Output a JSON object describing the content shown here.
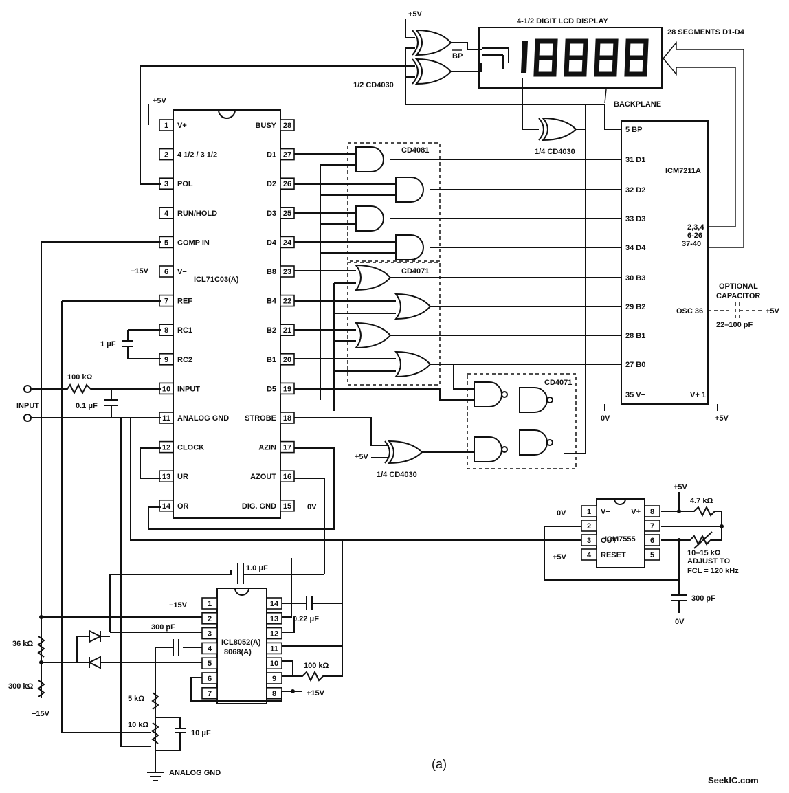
{
  "caption": "(a)",
  "watermark": "SeekIC.com",
  "ic_icl71c03": {
    "name": "ICL71C03(A)",
    "left_pins": [
      {
        "n": "1",
        "label": "V+"
      },
      {
        "n": "2",
        "label": "4 1/2 / 3 1/2"
      },
      {
        "n": "3",
        "label": "POL"
      },
      {
        "n": "4",
        "label": "RUN/HOLD"
      },
      {
        "n": "5",
        "label": "COMP IN"
      },
      {
        "n": "6",
        "label": "V−"
      },
      {
        "n": "7",
        "label": "REF"
      },
      {
        "n": "8",
        "label": "RC1"
      },
      {
        "n": "9",
        "label": "RC2"
      },
      {
        "n": "10",
        "label": "INPUT"
      },
      {
        "n": "11",
        "label": "ANALOG GND"
      },
      {
        "n": "12",
        "label": "CLOCK"
      },
      {
        "n": "13",
        "label": "UR"
      },
      {
        "n": "14",
        "label": "OR"
      }
    ],
    "right_pins": [
      {
        "n": "28",
        "label": "BUSY"
      },
      {
        "n": "27",
        "label": "D1"
      },
      {
        "n": "26",
        "label": "D2"
      },
      {
        "n": "25",
        "label": "D3"
      },
      {
        "n": "24",
        "label": "D4"
      },
      {
        "n": "23",
        "label": "B8"
      },
      {
        "n": "22",
        "label": "B4"
      },
      {
        "n": "21",
        "label": "B2"
      },
      {
        "n": "20",
        "label": "B1"
      },
      {
        "n": "19",
        "label": "D5"
      },
      {
        "n": "18",
        "label": "STROBE"
      },
      {
        "n": "17",
        "label": "AZIN"
      },
      {
        "n": "16",
        "label": "AZOUT"
      },
      {
        "n": "15",
        "label": "DIG. GND"
      }
    ]
  },
  "ic_icm7211a": {
    "name": "ICM7211A",
    "pins": [
      "5 BP",
      "31 D1",
      "32 D2",
      "33 D3",
      "34 D4",
      "30 B3",
      "29 B2",
      "28 B1",
      "27 B0",
      "35 V−"
    ],
    "seg_pins": [
      "2,3,4",
      "6-26",
      "37-40"
    ],
    "osc": "OSC 36",
    "vplus": "V+ 1"
  },
  "ic_icl8052": {
    "name_line1": "ICL8052(A)",
    "name_line2": "8068(A)",
    "left_pins": [
      "1",
      "2",
      "3",
      "4",
      "5",
      "6",
      "7"
    ],
    "right_pins": [
      "14",
      "13",
      "12",
      "11",
      "10",
      "9",
      "8"
    ]
  },
  "ic_icm7555": {
    "name": "ICM7555",
    "left_pins": [
      {
        "n": "1",
        "label": "V−"
      },
      {
        "n": "2",
        "label": ""
      },
      {
        "n": "3",
        "label": "OUT"
      },
      {
        "n": "4",
        "label": "RESET"
      }
    ],
    "right_pins": [
      {
        "n": "8",
        "label": "V+"
      },
      {
        "n": "7",
        "label": ""
      },
      {
        "n": "6",
        "label": ""
      },
      {
        "n": "5",
        "label": ""
      }
    ]
  },
  "display": {
    "title": "4-1/2 DIGIT LCD DISPLAY",
    "segments": "28 SEGMENTS D1-D4",
    "backplane": "BACKPLANE",
    "bp": "BP"
  },
  "gates": {
    "cd4081": "CD4081",
    "cd4071_a": "CD4071",
    "cd4071_b": "CD4071",
    "xor_half": "1/2 CD4030",
    "xor_quarter_top": "1/4 CD4030",
    "xor_quarter_bottom": "1/4 CD4030"
  },
  "labels": {
    "plus5v": "+5V",
    "minus15v": "−15V",
    "plus15v": "+15V",
    "zero_v": "0V",
    "input": "INPUT",
    "analog_gnd": "ANALOG GND",
    "optional_capacitor_1": "OPTIONAL",
    "optional_capacitor_2": "CAPACITOR",
    "osc_cap_range": "22–100 pF"
  },
  "components": {
    "r_100k_in": "100 kΩ",
    "c_01u": "0.1 μF",
    "c_1u_rc": "1 μF",
    "c_10u_az": "1.0 μF",
    "c_022u": "0.22 μF",
    "c_300p_8052": "300 pF",
    "r_100k_8052": "100 kΩ",
    "r_36k": "36 kΩ",
    "r_300k": "300 kΩ",
    "r_5k": "5 kΩ",
    "r_10k_pot": "10 kΩ",
    "c_10u": "10 μF",
    "r_47k": "4.7 kΩ",
    "r_pot_555_1": "10–15 kΩ",
    "r_pot_555_2": "ADJUST TO",
    "r_pot_555_3": "FCL = 120 kHz",
    "c_300p_555": "300 pF"
  }
}
